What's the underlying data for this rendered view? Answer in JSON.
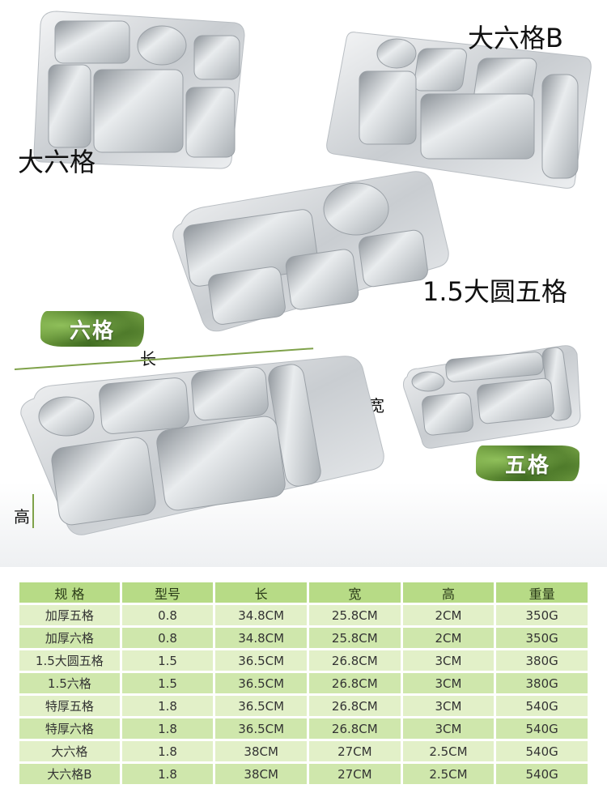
{
  "labels": {
    "da_liu_ge": "大六格",
    "da_liu_ge_b": "大六格B",
    "yuan_wu_ge": "1.5大圆五格",
    "liu_ge_badge": "六格",
    "wu_ge_badge": "五格",
    "dim_length": "长",
    "dim_width": "宽",
    "dim_height": "高"
  },
  "table": {
    "headers": [
      "规 格",
      "型号",
      "长",
      "宽",
      "高",
      "重量"
    ],
    "rows": [
      [
        "加厚五格",
        "0.8",
        "34.8CM",
        "25.8CM",
        "2CM",
        "350G"
      ],
      [
        "加厚六格",
        "0.8",
        "34.8CM",
        "25.8CM",
        "2CM",
        "350G"
      ],
      [
        "1.5大圆五格",
        "1.5",
        "36.5CM",
        "26.8CM",
        "3CM",
        "380G"
      ],
      [
        "1.5六格",
        "1.5",
        "36.5CM",
        "26.8CM",
        "3CM",
        "380G"
      ],
      [
        "特厚五格",
        "1.8",
        "36.5CM",
        "26.8CM",
        "3CM",
        "540G"
      ],
      [
        "特厚六格",
        "1.8",
        "36.5CM",
        "26.8CM",
        "3CM",
        "540G"
      ],
      [
        "大六格",
        "1.8",
        "38CM",
        "27CM",
        "2.5CM",
        "540G"
      ],
      [
        "大六格B",
        "1.8",
        "38CM",
        "27CM",
        "2.5CM",
        "540G"
      ]
    ]
  },
  "colors": {
    "header_bg": "#b7db86",
    "row_light": "#e2f0c8",
    "row_dark": "#cfe7ac",
    "badge_green": "#5a8a32"
  }
}
